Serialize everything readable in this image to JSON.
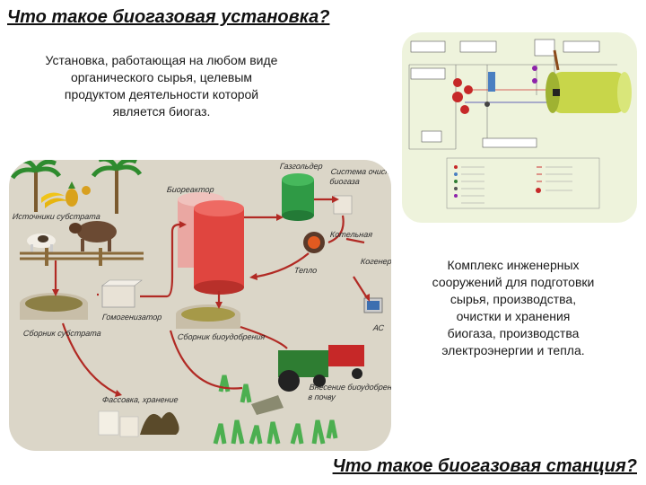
{
  "slide": {
    "title_top": "Что такое биогазовая установка?",
    "desc_top_lines": [
      "Установка, работающая на любом виде",
      "органического сырья, целевым",
      "продуктом деятельности которой",
      "является биогаз."
    ],
    "desc_right_lines": [
      "Комплекс инженерных",
      "сооружений для подготовки",
      "сырья, производства,",
      "очистки и хранения",
      "биогаза, производства",
      "электроэнергии и тепла."
    ],
    "title_bottom": "Что такое биогазовая станция?"
  },
  "diagram": {
    "labels": {
      "substrate_source": "Источники субстрата",
      "bioreactor": "Биореактор",
      "gasholder": "Газгольдер",
      "gas_cleaning": "Система очистки\nбиогаза",
      "boiler": "Котельная",
      "cogenerator": "Когенер",
      "heat": "Тепло",
      "homogenizer": "Гомогенизатор",
      "substrate_collector": "Сборник субстрата",
      "fertilizer_collector": "Сборник биоудобрения",
      "packing_storage": "Фассовка, хранение",
      "soil_application": "Внесение биоудобрения\nв почву",
      "ac": "АС"
    }
  },
  "colors": {
    "diagram_bg": "#dbd6c8",
    "scheme_bg": "#eef3dc",
    "red_tank": "#e0453f",
    "green_tank": "#2f9a45",
    "arrow": "#b12a24"
  }
}
